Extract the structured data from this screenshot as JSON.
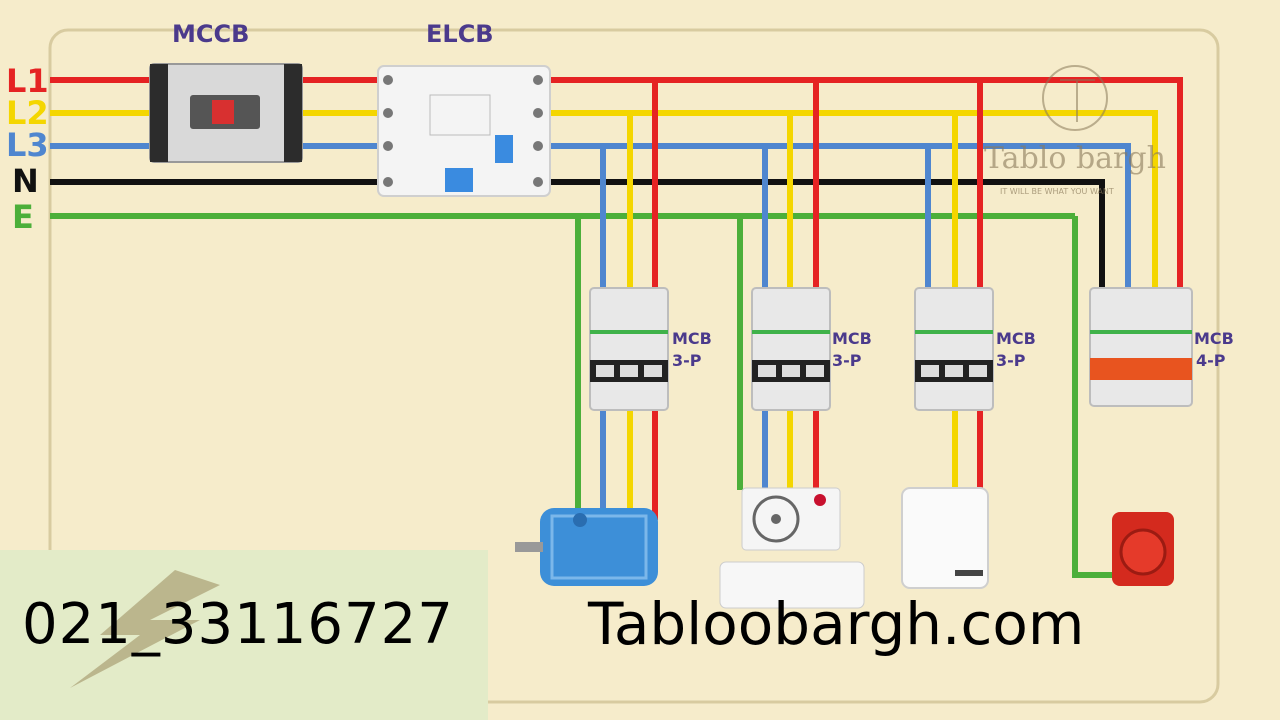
{
  "bus_labels": {
    "l1": "L1",
    "l2": "L2",
    "l3": "L3",
    "n": "N",
    "e": "E"
  },
  "devices": {
    "main_breaker": "MCCB",
    "rcd": "ELCB",
    "mcb_1": {
      "line1": "MCB",
      "line2": "3-P"
    },
    "mcb_2": {
      "line1": "MCB",
      "line2": "3-P"
    },
    "mcb_3": {
      "line1": "MCB",
      "line2": "3-P"
    },
    "mcb_4": {
      "line1": "MCB",
      "line2": "4-P"
    }
  },
  "brand": {
    "name": "Tablo bargh",
    "tagline": "IT WILL BE WHAT YOU WANT"
  },
  "footer": {
    "phone": "021_33116727",
    "website": "Tabloobargh.com"
  },
  "colors": {
    "l1": "#e52323",
    "l2": "#f4d600",
    "l3": "#4f86cf",
    "n": "#111111",
    "e": "#4caf3a",
    "label_purple": "#4b3a8c",
    "background": "#f6eccb",
    "panel_green": "#e3ebc8"
  },
  "loads": [
    "motor-icon",
    "air-conditioner-icon",
    "water-heater-icon",
    "industrial-socket-icon"
  ]
}
